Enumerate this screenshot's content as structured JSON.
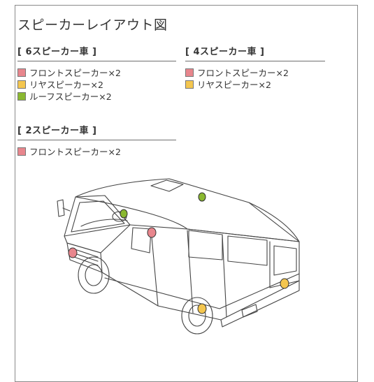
{
  "title": "スピーカーレイアウト図",
  "colors": {
    "front": "#e8868d",
    "rear": "#f4c64f",
    "roof": "#8ab830",
    "line": "#444444",
    "border": "#8a8a8a"
  },
  "sections": {
    "six": {
      "heading": "[ 6スピーカー車 ]",
      "items": [
        {
          "label": "フロントスピーカー×2",
          "color": "#e8868d"
        },
        {
          "label": "リヤスピーカー×2",
          "color": "#f4c64f"
        },
        {
          "label": "ルーフスピーカー×2",
          "color": "#8ab830"
        }
      ]
    },
    "four": {
      "heading": "[ 4スピーカー車 ]",
      "items": [
        {
          "label": "フロントスピーカー×2",
          "color": "#e8868d"
        },
        {
          "label": "リヤスピーカー×2",
          "color": "#f4c64f"
        }
      ]
    },
    "two": {
      "heading": "[ 2スピーカー車 ]",
      "items": [
        {
          "label": "フロントスピーカー×2",
          "color": "#e8868d"
        }
      ]
    }
  },
  "illustration": {
    "subject": "van-line-drawing",
    "speaker_markers": [
      {
        "group": "front",
        "color": "#e8868d"
      },
      {
        "group": "front",
        "color": "#e8868d"
      },
      {
        "group": "rear",
        "color": "#f4c64f"
      },
      {
        "group": "rear",
        "color": "#f4c64f"
      },
      {
        "group": "roof",
        "color": "#8ab830"
      },
      {
        "group": "roof",
        "color": "#8ab830"
      }
    ]
  }
}
